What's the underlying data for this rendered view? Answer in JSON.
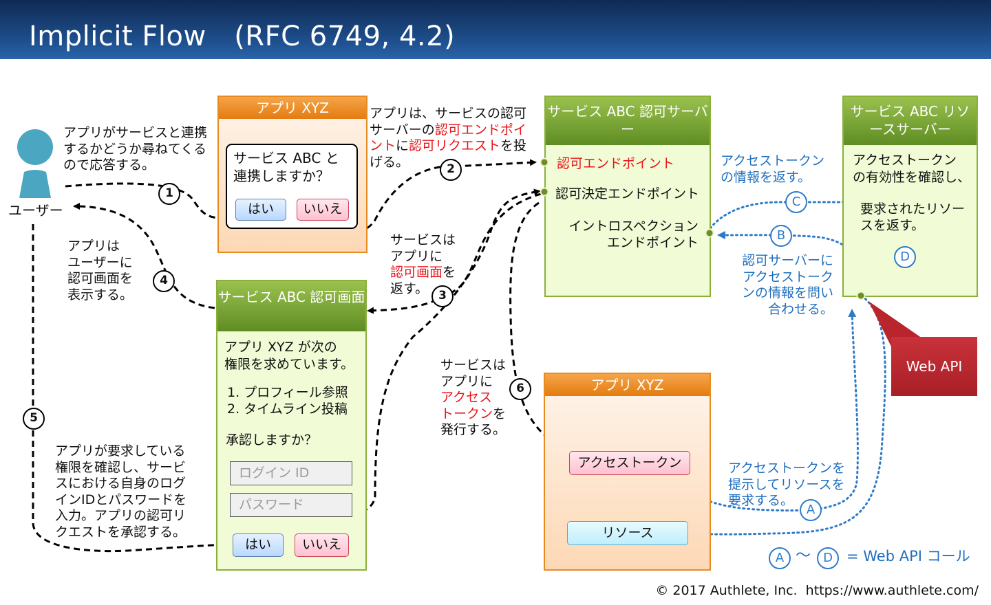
{
  "header": {
    "title": "Implicit Flow　(RFC 6749, 4.2)"
  },
  "user": {
    "label": "ユーザー"
  },
  "app_dialog": {
    "title": "アプリ XYZ",
    "question": "サービス ABC と\n連携しますか？",
    "yes": "はい",
    "no": "いいえ"
  },
  "auth_screen": {
    "title": "サービス ABC\n認可画面",
    "text": "アプリ XYZ が次の\n権限を求めています。",
    "perm1": "1. プロフィール参照",
    "perm2": "2. タイムライン投稿",
    "confirm": "承認しますか？",
    "login_placeholder": "ログイン ID",
    "password_placeholder": "パスワード",
    "yes": "はい",
    "no": "いいえ"
  },
  "auth_server": {
    "title": "サービス ABC\n認可サーバー",
    "authz_endpoint": "認可エンドポイント",
    "decision_endpoint": "認可決定エンドポイント",
    "introspection_endpoint": "イントロスペクション\nエンドポイント"
  },
  "resource_server": {
    "title": "サービス ABC\nリソースサーバー",
    "check": "アクセストークン\nの有効性を確認し、",
    "return": "要求されたリソー\nスを返す。"
  },
  "app_tokens": {
    "title": "アプリ XYZ",
    "access_token": "アクセストークン",
    "resource": "リソース"
  },
  "steps": {
    "s1": {
      "num": "1",
      "text": "アプリがサービスと連携\nするかどうか尋ねてくる\nので応答する。"
    },
    "s2": {
      "num": "2",
      "p1": "アプリは、サービスの認可\nサーバーの",
      "r1": "認可エンドポイ\nント",
      "p2": "に",
      "r2": "認可リクエスト",
      "p3": "を投\nげる。"
    },
    "s3": {
      "num": "3",
      "p1": "サービスは\nアプリに\n",
      "r1": "認可画面",
      "p2": "を\n返す。"
    },
    "s4": {
      "num": "4",
      "text": "アプリは\nユーザーに\n認可画面を\n表示する。"
    },
    "s5": {
      "num": "5",
      "text": "アプリが要求している\n権限を確認し、サービ\nスにおける自身のログ\nインIDとパスワードを\n入力。アプリの認可リ\nクエストを承認する。"
    },
    "s6": {
      "num": "6",
      "p1": "サービスは\nアプリに\n",
      "r1": "アクセス\nトークン",
      "p2": "を\n発行する。"
    }
  },
  "web_api": {
    "A": {
      "letter": "A",
      "text": "アクセストークンを\n提示してリソースを\n要求する。"
    },
    "B": {
      "letter": "B",
      "text": "認可サーバーに\nアクセストーク\nンの情報を問い\n合わせる。"
    },
    "C": {
      "letter": "C",
      "text": "アクセストークン\nの情報を返す。"
    },
    "D": {
      "letter": "D"
    },
    "callout": "Web API",
    "legend_from": "A",
    "legend_tilde": "～",
    "legend_to": "D",
    "legend_text": "= Web API コール"
  },
  "footer": {
    "copyright": "© 2017 Authlete, Inc.  https://www.authlete.com/"
  },
  "colors": {
    "header": "#1e4f8e",
    "orange": "#e88a1e",
    "green": "#8ab03a",
    "emphasis": "#e8141a",
    "api_blue": "#2e7ac9",
    "callout": "#b8252c"
  }
}
